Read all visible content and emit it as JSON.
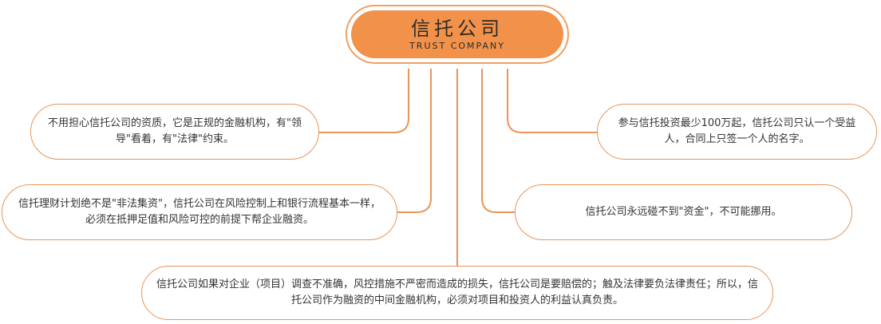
{
  "center": {
    "title": "信托公司",
    "subtitle": "TRUST COMPANY"
  },
  "nodes": [
    {
      "text": "不用担心信托公司的资质，它是正规的金融机构，有\"领导\"看着，有\"法律\"约束。"
    },
    {
      "text": "信托理财计划绝不是\"非法集资\"，信托公司在风险控制上和银行流程基本一样，必须在抵押足值和风险可控的前提下帮企业融资。"
    },
    {
      "text": "信托公司如果对企业（项目）调查不准确，风控措施不严密而造成的损失，信托公司是要赔偿的；触及法律要负法律责任；所以，信托公司作为融资的中间金融机构，必须对项目和投资人的利益认真负责。"
    },
    {
      "text": "信托公司永远碰不到\"资金\"，不可能挪用。"
    },
    {
      "text": "参与信托投资最少100万起，信托公司只认一个受益人，合同上只签一个人的名字。"
    }
  ],
  "colors": {
    "accent": "#f2924a",
    "border": "#e8955a",
    "text": "#333333"
  }
}
